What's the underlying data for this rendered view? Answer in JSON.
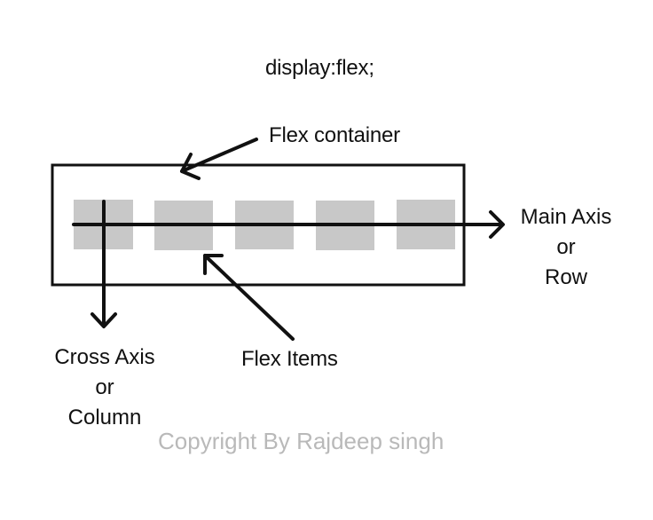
{
  "title": "display:flex;",
  "labels": {
    "flex_container": "Flex container",
    "flex_items": "Flex Items",
    "main_axis": [
      "Main Axis",
      "or",
      "Row"
    ],
    "cross_axis": [
      "Cross Axis",
      "or",
      "Column"
    ]
  },
  "copyright": "Copyright By Rajdeep singh",
  "flex_item_count": 5,
  "colors": {
    "item_fill": "#c8c8c8",
    "stroke": "#111111",
    "copyright_text": "#b9b9b9"
  }
}
